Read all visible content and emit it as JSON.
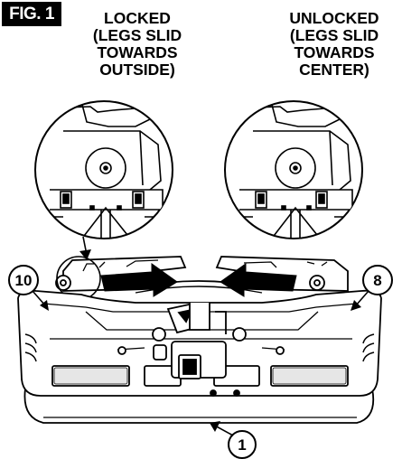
{
  "figure": {
    "label": "FIG. 1"
  },
  "captions": {
    "left": [
      "LOCKED",
      "(LEGS SLID",
      "TOWARDS",
      "OUTSIDE)"
    ],
    "right": [
      "UNLOCKED",
      "(LEGS SLID",
      "TOWARDS",
      "CENTER)"
    ]
  },
  "callouts": {
    "left": "10",
    "right": "8",
    "bottom": "1"
  },
  "colors": {
    "ink": "#000000",
    "paper": "#ffffff",
    "shade": "#9a9a9a",
    "light": "#dcdcdc"
  }
}
